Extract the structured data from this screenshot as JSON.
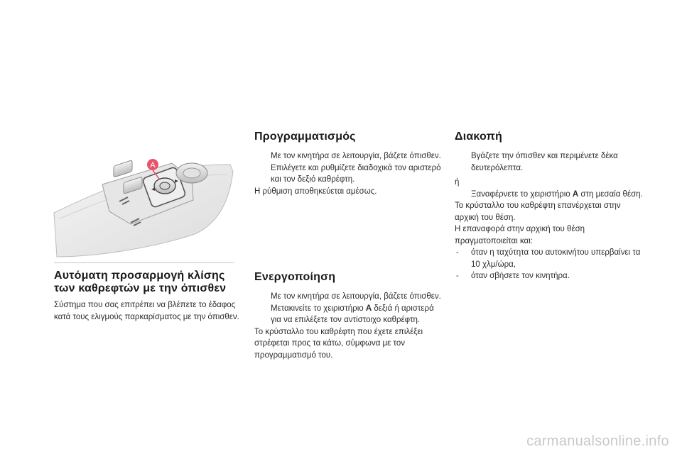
{
  "left": {
    "title_line1": "Αυτόματη προσαρμογή κλίσης",
    "title_line2": "των καθρεφτών με την όπισθεν",
    "intro": "Σύστημα που σας επιτρέπει να βλέπετε το έδαφος κατά τους ελιγμούς παρκαρίσματος με την όπισθεν.",
    "illustration_label": "A"
  },
  "programming": {
    "title": "Προγραμματισμός",
    "bullets": [
      "Με τον κινητήρα σε λειτουργία, βάζετε όπισθεν.",
      "Επιλέγετε και ρυθμίζετε διαδοχικά τον αριστερό και τον δεξιό καθρέφτη."
    ],
    "note": "Η ρύθμιση αποθηκεύεται αμέσως."
  },
  "activation": {
    "title": "Ενεργοποίηση",
    "bullet1": "Με τον κινητήρα σε λειτουργία, βάζετε όπισθεν.",
    "bullet2_pre": "Μετακινείτε το χειριστήριο ",
    "bullet2_bold": "A",
    "bullet2_post": " δεξιά ή αριστερά για να επιλέξετε τον αντίστοιχο καθρέφτη.",
    "note": "Το κρύσταλλο του καθρέφτη που έχετε επιλέξει στρέφεται προς τα κάτω, σύμφωνα με τον προγραμματισμό του."
  },
  "deactivation": {
    "title": "Διακοπή",
    "bullet1": "Βγάζετε την όπισθεν και περιμένετε δέκα δευτερόλεπτα.",
    "or": "ή",
    "bullet2_pre": "Ξαναφέρνετε το χειριστήριο ",
    "bullet2_bold": "A",
    "bullet2_post": " στη μεσαία θέση.",
    "note1": "Το κρύσταλλο του καθρέφτη επανέρχεται στην αρχική του θέση.",
    "note2": "Η επαναφορά στην αρχική του θέση πραγματοποιείται και:",
    "dashes": [
      "όταν η ταχύτητα του αυτοκινήτου υπερβαίνει τα 10 χλμ/ώρα,",
      "όταν σβήσετε τον κινητήρα."
    ]
  },
  "bullet_symbol": "",
  "dash_symbol": "-",
  "watermark": "carmanualsonline.info",
  "colors": {
    "label_badge": "#e8536a",
    "rule": "#c8c8c8",
    "watermark": "#c9c9c9"
  }
}
